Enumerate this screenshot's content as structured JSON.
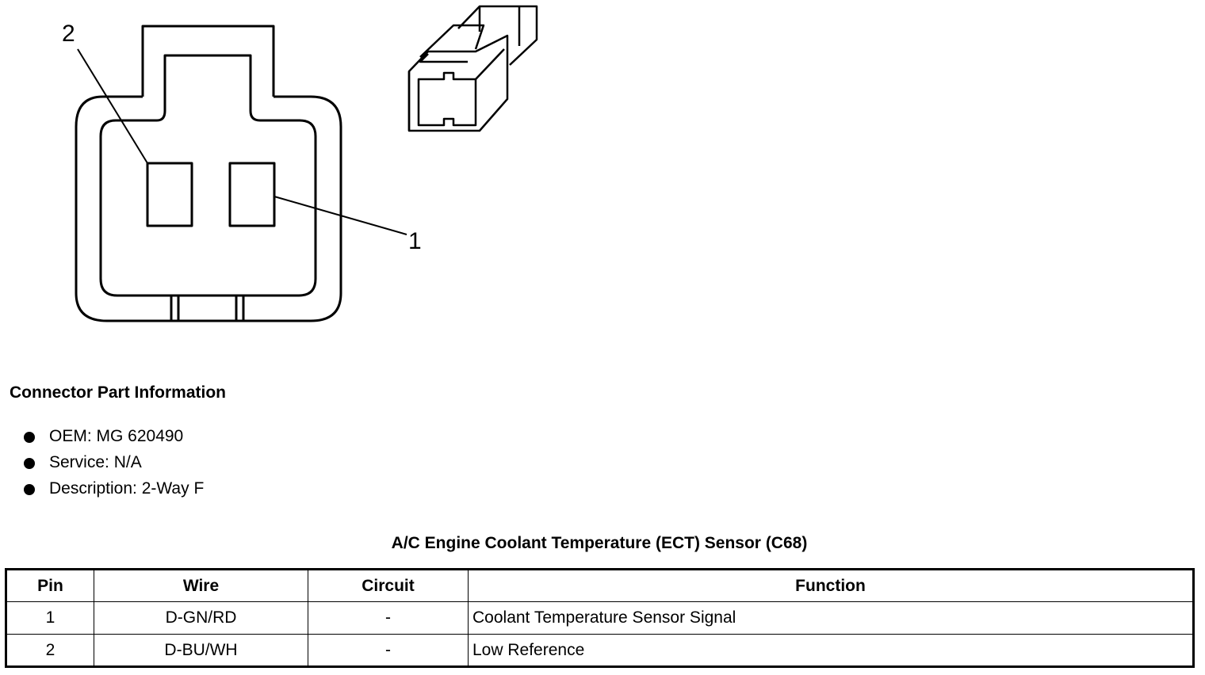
{
  "diagram": {
    "pin_labels": [
      "2",
      "1"
    ]
  },
  "connector_info": {
    "heading": "Connector Part Information",
    "items": [
      "OEM: MG 620490",
      "Service: N/A",
      "Description: 2-Way F"
    ]
  },
  "table": {
    "title": "A/C Engine Coolant Temperature (ECT) Sensor (C68)",
    "headers": [
      "Pin",
      "Wire",
      "Circuit",
      "Function"
    ],
    "rows": [
      [
        "1",
        "D-GN/RD",
        "-",
        "Coolant Temperature Sensor Signal"
      ],
      [
        "2",
        "D-BU/WH",
        "-",
        "Low Reference"
      ]
    ]
  }
}
